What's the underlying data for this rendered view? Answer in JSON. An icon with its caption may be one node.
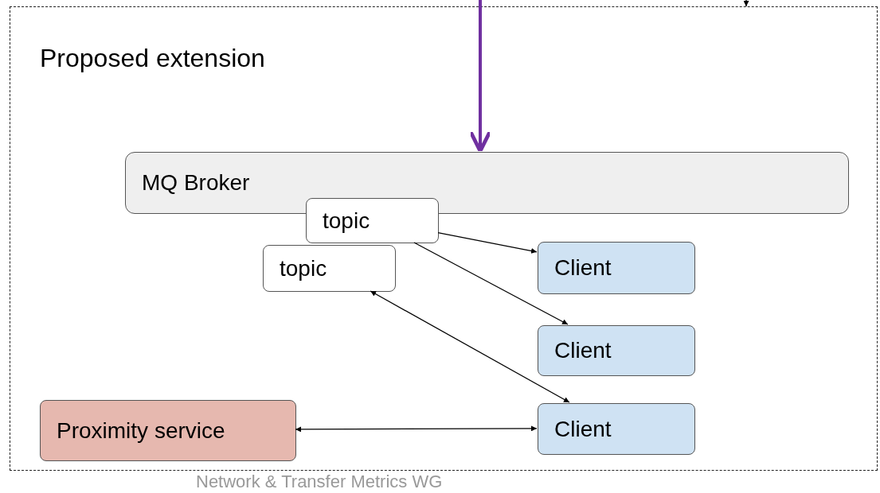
{
  "diagram": {
    "nodes": [
      {
        "text": [
          "Proposed extension"
        ]
      },
      {
        "text": [
          "MQ Broker"
        ],
        "in": 0
      },
      {
        "text": [
          "topic"
        ],
        "in": 0
      },
      {
        "text": [
          "topic"
        ],
        "in": 0
      },
      {
        "text": [
          "Client"
        ],
        "in": 0
      },
      {
        "text": [
          "Client"
        ],
        "in": 0
      },
      {
        "text": [
          "Client"
        ],
        "in": 0
      },
      {
        "text": [
          "Proximity service"
        ],
        "in": 0
      }
    ],
    "edges": [
      {
        "from": null,
        "to": 1,
        "arrow": "to",
        "style": "thick",
        "color": "#7030a0"
      },
      {
        "from": null,
        "to": 0,
        "arrow": "to"
      },
      {
        "from": 2,
        "to": 4,
        "arrow": "to"
      },
      {
        "from": 2,
        "to": 5,
        "arrow": "to"
      },
      {
        "from": 3,
        "to": 6,
        "arrow": "both"
      },
      {
        "from": 7,
        "to": 6,
        "arrow": "both"
      }
    ],
    "labels": [
      "Network & Transfer Metrics WG"
    ]
  }
}
